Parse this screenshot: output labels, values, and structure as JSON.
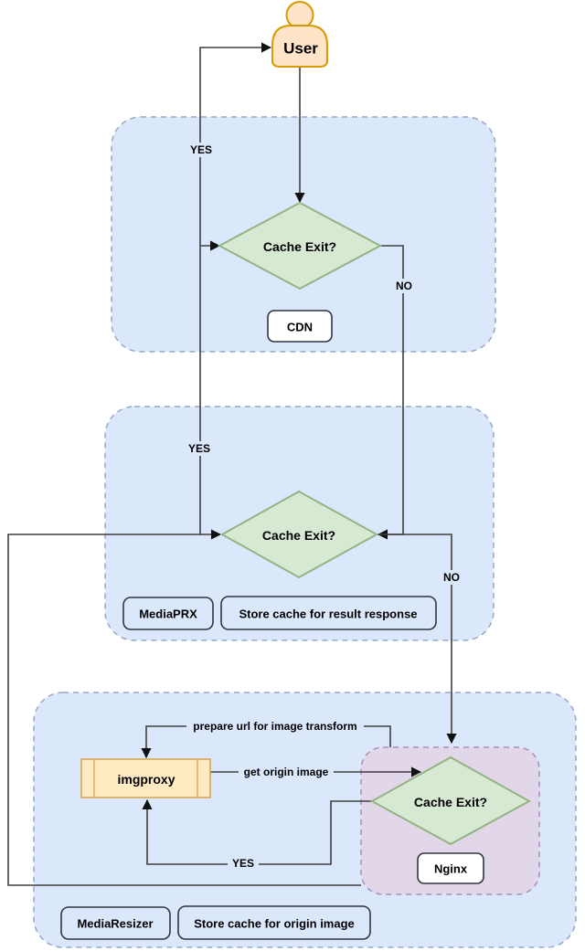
{
  "diagram": {
    "user": {
      "label": "User"
    },
    "cdn_zone": {
      "decision": "Cache Exit?",
      "label": "CDN",
      "yes_label": "YES",
      "no_label": "NO"
    },
    "mediaprx_zone": {
      "decision": "Cache Exit?",
      "label": "MediaPRX",
      "note": "Store cache for result response",
      "yes_label": "YES",
      "no_label": "NO"
    },
    "resizer_zone": {
      "label": "MediaResizer",
      "note": "Store cache for origin image",
      "imgproxy_label": "imgproxy",
      "edge_prepare": "prepare url for image transform",
      "edge_get_origin": "get origin image",
      "yes_label": "YES",
      "nginx_zone": {
        "decision": "Cache Exit?",
        "label": "Nginx"
      }
    },
    "colors": {
      "zone_fill": "#dbe8fc",
      "zone_border": "#97a7c4",
      "nginx_zone_fill": "#e2d6e9",
      "nginx_zone_border": "#a291b8",
      "decision_fill": "#d7e9d3",
      "decision_border": "#93b383",
      "user_fill": "#ffe4c8",
      "user_border": "#d79b00",
      "imgproxy_fill": "#ffeac2",
      "imgproxy_border": "#d6a24f",
      "edge_color": "#3f3f3f",
      "node_border": "#2f3640"
    }
  }
}
